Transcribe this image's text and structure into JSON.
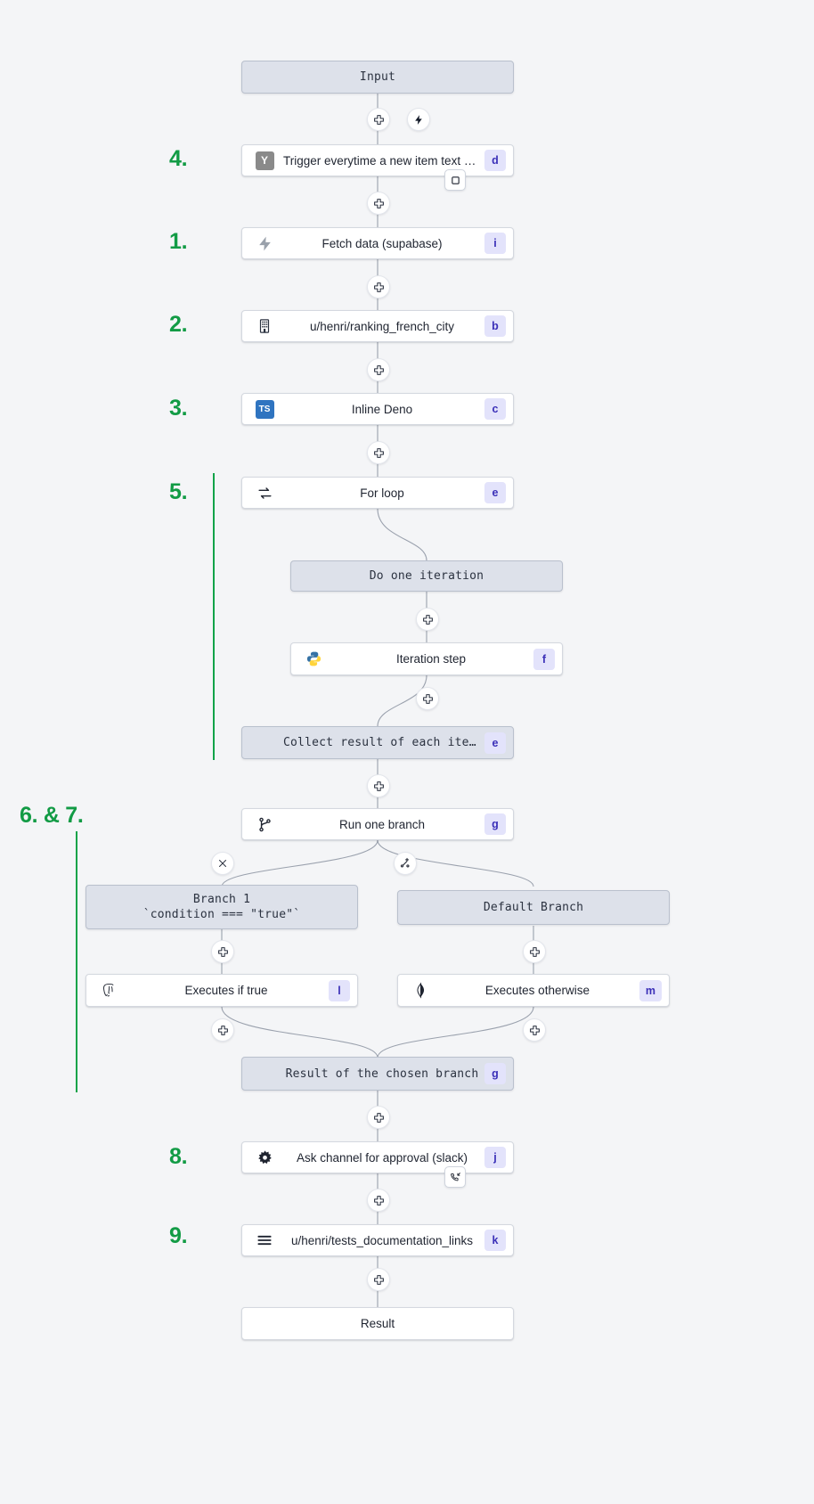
{
  "theme": {
    "bg": "#f4f5f7",
    "accent_green": "#11a349",
    "badge_bg": "#e3e3fb",
    "badge_fg": "#3b30b8",
    "virtual_bg": "#dde1ea",
    "module_bg": "#ffffff",
    "edge": "#9aa1ad"
  },
  "flow": {
    "input": {
      "label": "Input",
      "kind": "virtual"
    },
    "result": {
      "label": "Result",
      "kind": "module"
    },
    "nodes": [
      {
        "id": "trigger",
        "label": "Trigger everytime a new item text o…",
        "badge": "d",
        "icon": "yaml-icon",
        "step": "4."
      },
      {
        "id": "fetch",
        "label": "Fetch data (supabase)",
        "badge": "i",
        "icon": "supabase-icon",
        "step": "1."
      },
      {
        "id": "ranking",
        "label": "u/henri/ranking_french_city",
        "badge": "b",
        "icon": "building-icon",
        "step": "2."
      },
      {
        "id": "deno",
        "label": "Inline Deno",
        "badge": "c",
        "icon": "typescript-icon",
        "step": "3."
      },
      {
        "id": "forloop",
        "label": "For loop",
        "badge": "e",
        "icon": "loop-icon",
        "step": "5."
      },
      {
        "id": "do-one-iteration",
        "label": "Do one iteration",
        "badge": "",
        "icon": "",
        "step": ""
      },
      {
        "id": "iteration-step",
        "label": "Iteration step",
        "badge": "f",
        "icon": "python-icon",
        "step": ""
      },
      {
        "id": "collect",
        "label": "Collect result of each iteration",
        "badge": "e",
        "icon": "",
        "step": ""
      },
      {
        "id": "branch",
        "label": "Run one branch",
        "badge": "g",
        "icon": "branch-icon",
        "step": "6. & 7."
      },
      {
        "id": "branch1",
        "label": "Branch 1\n`condition === \"true\"`",
        "badge": "",
        "icon": "",
        "step": ""
      },
      {
        "id": "default-branch",
        "label": "Default Branch",
        "badge": "",
        "icon": "",
        "step": ""
      },
      {
        "id": "exec-true",
        "label": "Executes if true",
        "badge": "l",
        "icon": "postgres-icon",
        "step": ""
      },
      {
        "id": "exec-other",
        "label": "Executes otherwise",
        "badge": "m",
        "icon": "mongodb-icon",
        "step": ""
      },
      {
        "id": "chosen",
        "label": "Result of the chosen branch",
        "badge": "g",
        "icon": "",
        "step": ""
      },
      {
        "id": "approval",
        "label": "Ask channel for approval (slack)",
        "badge": "j",
        "icon": "gear-icon",
        "step": "8."
      },
      {
        "id": "docs",
        "label": "u/henri/tests_documentation_links",
        "badge": "k",
        "icon": "list-icon",
        "step": "9."
      }
    ],
    "step_numbers": [
      "4.",
      "1.",
      "2.",
      "3.",
      "5.",
      "6. & 7.",
      "8.",
      "9."
    ],
    "action_icons": {
      "insert": "plus-icon",
      "trigger": "lightning-icon",
      "stop": "square-icon",
      "approval": "phone-callback-icon",
      "delete_branch": "close-icon",
      "add_branch": "add-branch-icon"
    }
  }
}
